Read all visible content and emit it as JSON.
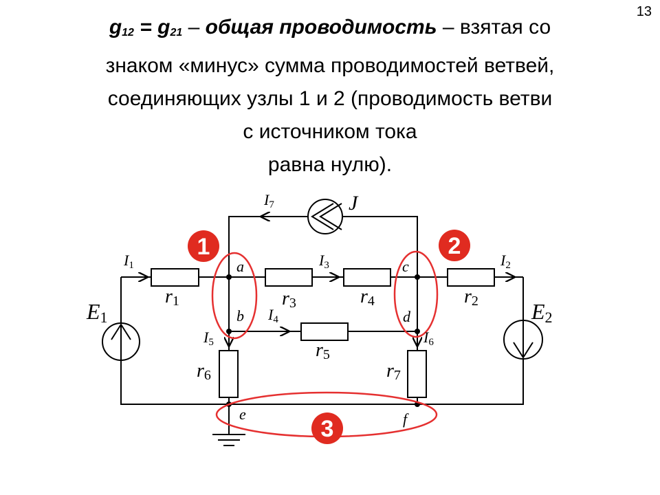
{
  "page_number": "13",
  "heading": {
    "g12": "g",
    "g12_sub": "12",
    "equals": " = ",
    "g21": "g",
    "g21_sub": "21",
    "dash1": " – ",
    "term": "общая проводимость",
    "rest1": " – взятая со",
    "line2": "знаком «минус» сумма проводимостей ветвей,",
    "line3": "соединяющих узлы 1 и 2 (проводимость ветви",
    "line4": "с источником тока",
    "line5": "равна нулю)."
  },
  "circuit": {
    "currents": {
      "I1": "I",
      "I1s": "1",
      "I2": "I",
      "I2s": "2",
      "I3": "I",
      "I3s": "3",
      "I4": "I",
      "I4s": "4",
      "I5": "I",
      "I5s": "5",
      "I6": "I",
      "I6s": "6",
      "I7": "I",
      "I7s": "7"
    },
    "resistors": {
      "r1": "r",
      "r1s": "1",
      "r2": "r",
      "r2s": "2",
      "r3": "r",
      "r3s": "3",
      "r4": "r",
      "r4s": "4",
      "r5": "r",
      "r5s": "5",
      "r6": "r",
      "r6s": "6",
      "r7": "r",
      "r7s": "7"
    },
    "sources": {
      "E1": "E",
      "E1s": "1",
      "E2": "E",
      "E2s": "2",
      "J": "J"
    },
    "nodes": {
      "a": "a",
      "b": "b",
      "c": "c",
      "d": "d",
      "e": "e",
      "f": "f"
    },
    "badges": {
      "b1": "1",
      "b2": "2",
      "b3": "3"
    },
    "colors": {
      "wire": "#000000",
      "highlight": "#e53030",
      "badge_fill": "#e02b20",
      "badge_text": "#ffffff"
    }
  }
}
